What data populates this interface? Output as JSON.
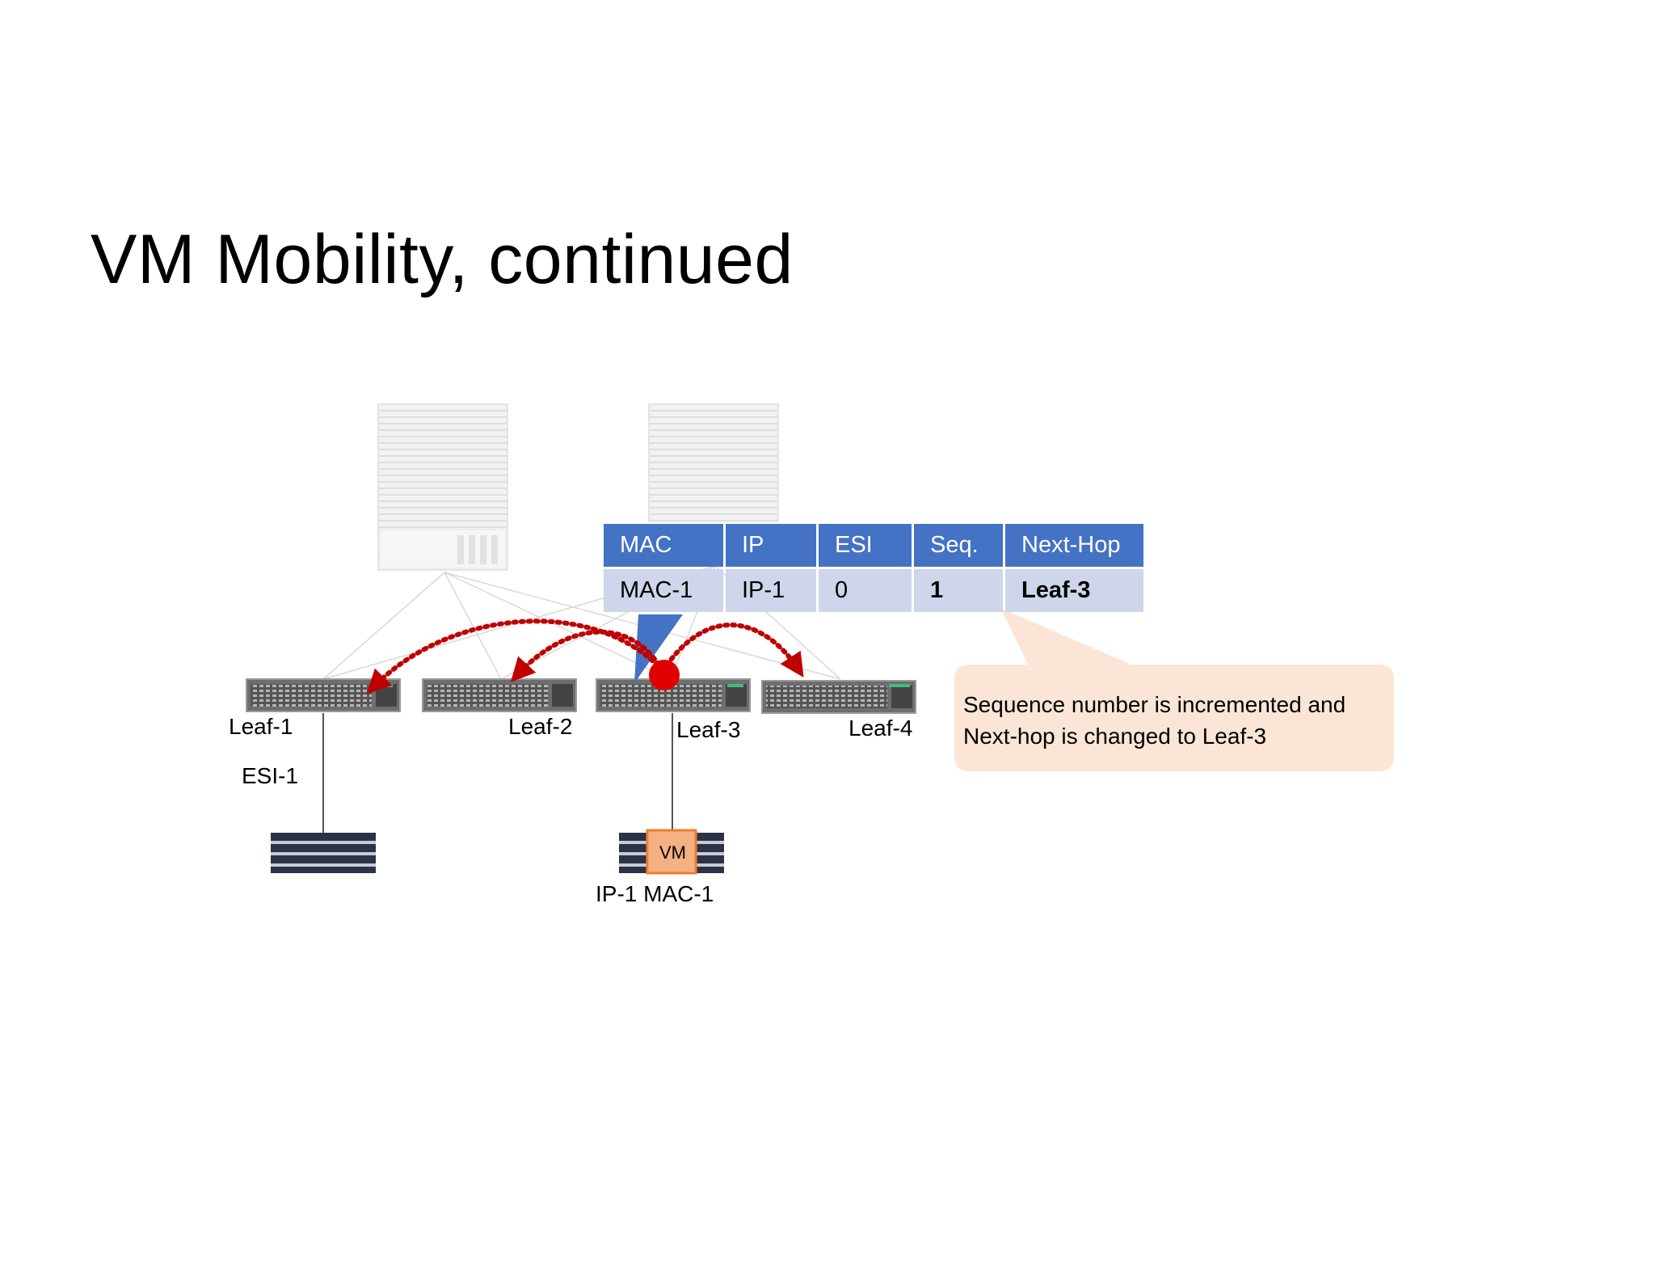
{
  "slide": {
    "title": "VM Mobility, continued"
  },
  "leaves": [
    {
      "label": "Leaf-1"
    },
    {
      "label": "Leaf-2"
    },
    {
      "label": "Leaf-3"
    },
    {
      "label": "Leaf-4"
    }
  ],
  "esi_label": "ESI-1",
  "host": {
    "vm_label": "VM",
    "address_label": "IP-1 MAC-1"
  },
  "table": {
    "headers": [
      "MAC",
      "IP",
      "ESI",
      "Seq.",
      "Next-Hop"
    ],
    "row": [
      "MAC-1",
      "IP-1",
      "0",
      "1",
      "Leaf-3"
    ]
  },
  "callout": {
    "text_line1": "Sequence number is incremented and",
    "text_line2": "Next-hop is changed to Leaf-3"
  },
  "colors": {
    "table_header": "#4472c4",
    "table_row": "#cfd5ea",
    "callout_fill": "#fbe5d6",
    "arrow": "#c00000",
    "vm_fill": "#f4b183"
  }
}
